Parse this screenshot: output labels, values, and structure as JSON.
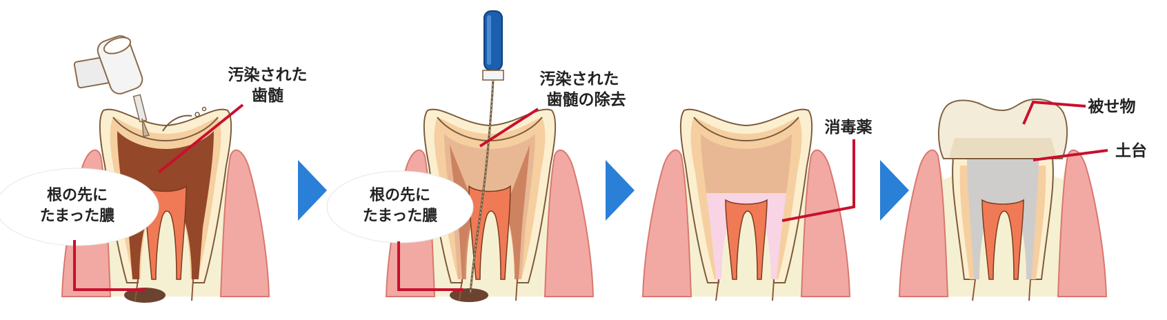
{
  "colors": {
    "accent_arrow": "#2a7fd6",
    "leader_line": "#c8102e",
    "gum": "#f2a9a3",
    "gum_stroke": "#d9776f",
    "bone": "#f6f0d2",
    "enamel": "#fbefd0",
    "dentin": "#f5cfa0",
    "pulp_healthy": "#f07a55",
    "pulp_infected": "#8b3c1e",
    "abscess": "#6b4330",
    "medicine": "#f8d4e4",
    "core": "#cfcdcb",
    "crown": "#f3ebd6",
    "file_handle": "#1c5fae"
  },
  "panels": [
    {
      "step": 1,
      "labels": {
        "top": [
          "汚染された",
          "歯髄"
        ],
        "bubble": [
          "根の先に",
          "たまった膿"
        ]
      },
      "icons": [
        "handpiece-icon",
        "drill-bur-icon"
      ]
    },
    {
      "step": 2,
      "labels": {
        "top": [
          "汚染された",
          "歯髄の除去"
        ],
        "bubble": [
          "根の先に",
          "たまった膿"
        ]
      },
      "icons": [
        "root-canal-file-icon"
      ]
    },
    {
      "step": 3,
      "labels": {
        "top": [
          "消毒薬"
        ]
      }
    },
    {
      "step": 4,
      "labels": {
        "top": [
          "被せ物"
        ],
        "second": [
          "土台"
        ]
      }
    }
  ]
}
